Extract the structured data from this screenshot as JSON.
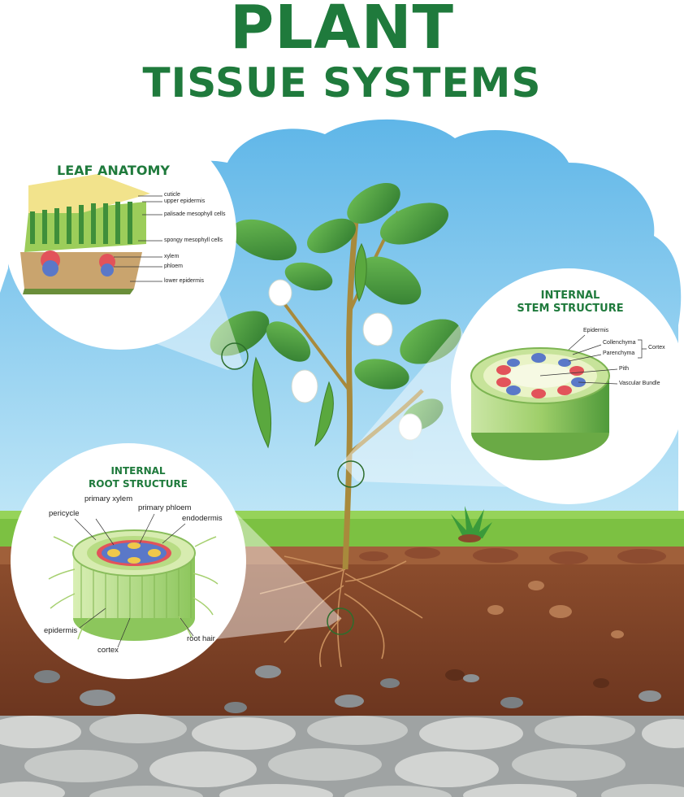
{
  "title": {
    "line1": "PLANT",
    "line2": "TISSUE SYSTEMS"
  },
  "leaf_panel": {
    "heading": "LEAF ANATOMY",
    "labels": {
      "cuticle": "cuticle",
      "upper_epidermis": "upper epidermis",
      "palisade": "palisade mesophyll cells",
      "spongy": "spongy mesophyll cells",
      "xylem": "xylem",
      "phloem": "phloem",
      "lower_epidermis": "lower epidermis"
    }
  },
  "stem_panel": {
    "heading_line1": "INTERNAL",
    "heading_line2": "STEM STRUCTURE",
    "labels": {
      "epidermis": "Epidermis",
      "collenchyma": "Collenchyma",
      "parenchyma": "Parenchyma",
      "cortex": "Cortex",
      "pith": "Pith",
      "vascular_bundle": "Vascular Bundle"
    }
  },
  "root_panel": {
    "heading_line1": "INTERNAL",
    "heading_line2": "ROOT STRUCTURE",
    "labels": {
      "primary_xylem": "primary xylem",
      "primary_phloem": "primary phloem",
      "pericycle": "pericycle",
      "endodermis": "endodermis",
      "epidermis": "epidermis",
      "cortex": "cortex",
      "root_hair": "root hair"
    }
  },
  "colors": {
    "title_green": "#1f7a3c",
    "sky": "#7cc3ea",
    "grass": "#7cc142",
    "soil_top": "#8a4a2c",
    "soil_deep": "#6b3520",
    "rock": "#c9cbc9",
    "leaf": "#3f8f3a",
    "xylem_red": "#e2535a",
    "phloem_blue": "#5a78c8"
  }
}
